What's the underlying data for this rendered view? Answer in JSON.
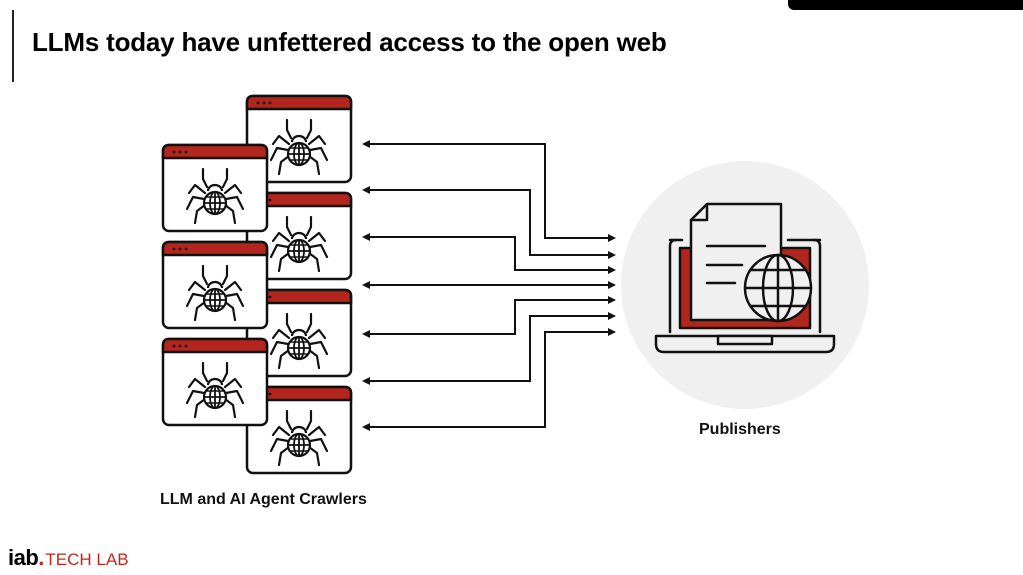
{
  "slide": {
    "title": "LLMs today have unfettered access to the open web",
    "crawlers_label": "LLM and AI Agent Crawlers",
    "publishers_label": "Publishers"
  },
  "logo": {
    "iab": "iab",
    "dot": ".",
    "tech_lab": "TECH LAB"
  },
  "colors": {
    "accent": "#b3261e",
    "stroke": "#111111",
    "circle_bg": "#f0f0f0"
  },
  "diagram": {
    "crawler_windows": [
      {
        "column": "back",
        "row": 0,
        "icon": "spider-globe-icon"
      },
      {
        "column": "back",
        "row": 1,
        "icon": "spider-globe-icon"
      },
      {
        "column": "back",
        "row": 2,
        "icon": "spider-globe-icon"
      },
      {
        "column": "back",
        "row": 3,
        "icon": "spider-globe-icon"
      },
      {
        "column": "front",
        "row": 0,
        "icon": "spider-globe-icon"
      },
      {
        "column": "front",
        "row": 1,
        "icon": "spider-globe-icon"
      },
      {
        "column": "front",
        "row": 2,
        "icon": "spider-globe-icon"
      }
    ],
    "connections": 7,
    "connection_direction": "bidirectional",
    "publisher_icon": "laptop-document-globe-icon"
  }
}
